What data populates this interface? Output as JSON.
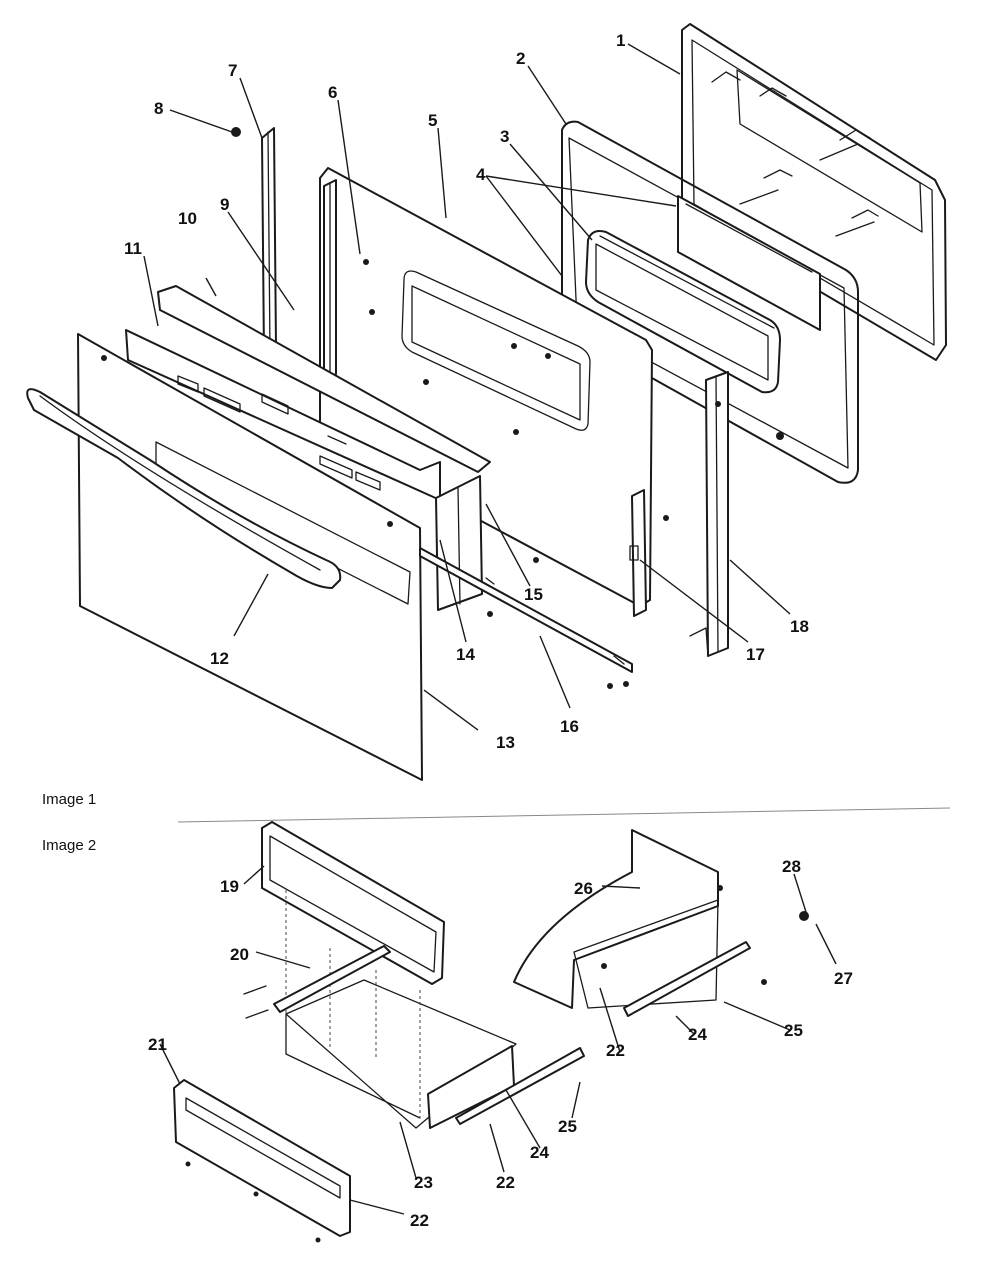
{
  "sections": {
    "image1": "Image 1",
    "image2": "Image 2"
  },
  "callouts": [
    "1",
    "2",
    "3",
    "4",
    "5",
    "6",
    "7",
    "8",
    "9",
    "10",
    "11",
    "12",
    "13",
    "14",
    "15",
    "16",
    "17",
    "18",
    "19",
    "20",
    "21",
    "22",
    "23",
    "24",
    "25",
    "26",
    "27",
    "28"
  ]
}
